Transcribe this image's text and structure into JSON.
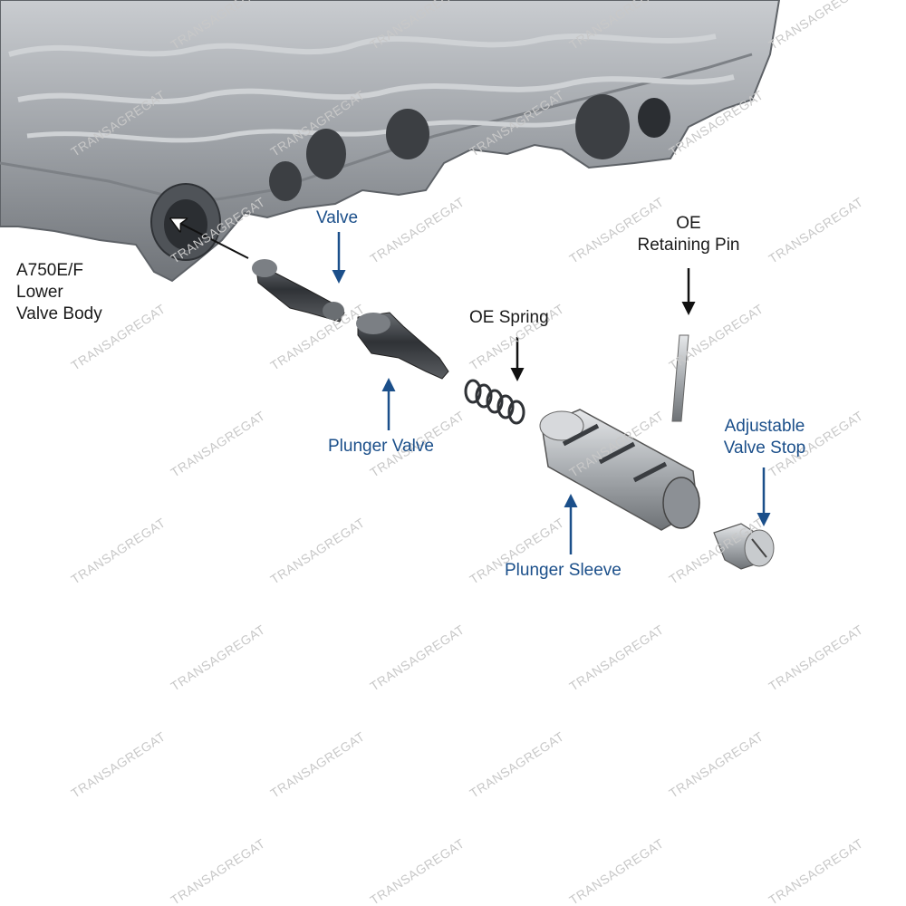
{
  "watermark": "TRANSAGREGAT",
  "colors": {
    "label_dark": "#1a1a1a",
    "label_blue": "#1b4f8a",
    "metal": "#9fa3a8",
    "watermark": "#c8c8c8"
  },
  "labels": {
    "valve_body": [
      "A750E/F",
      "Lower",
      "Valve Body"
    ],
    "valve": "Valve",
    "plunger_valve": "Plunger Valve",
    "oe_spring": "OE Spring",
    "retaining_pin": [
      "OE",
      "Retaining Pin"
    ],
    "plunger_sleeve": "Plunger Sleeve",
    "adjustable_valve_stop": [
      "Adjustable",
      "Valve Stop"
    ]
  }
}
